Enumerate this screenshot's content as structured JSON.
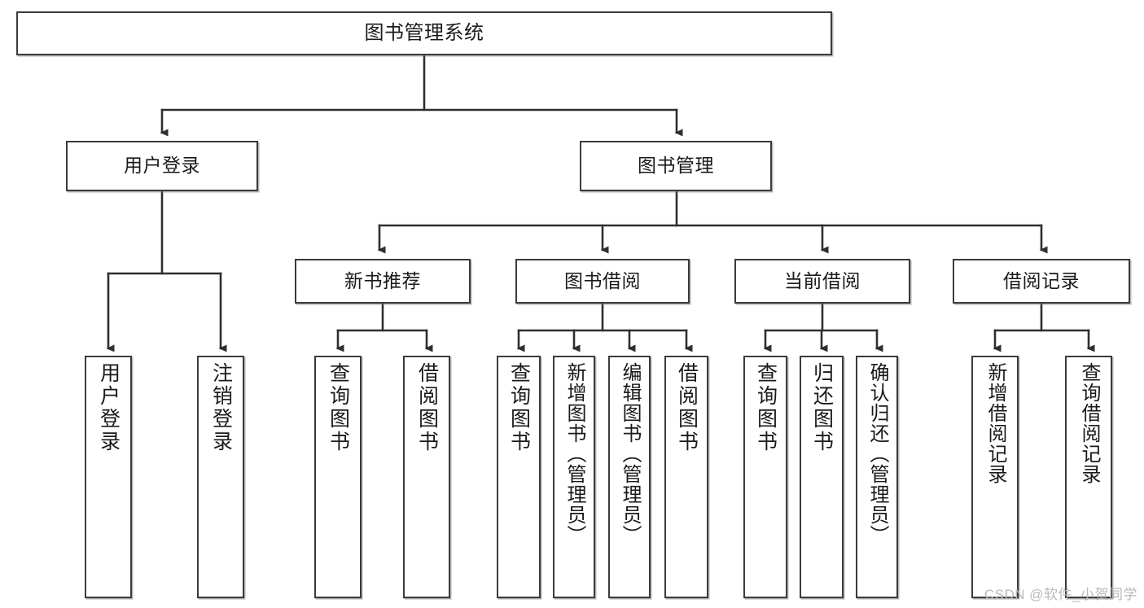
{
  "diagram": {
    "type": "tree",
    "title": "图书管理系统",
    "watermark": "CSDN @软件_小贺同学",
    "colors": {
      "box_border": "#3b3b3b",
      "box_fill": "#ffffff",
      "line": "#2f2f2f",
      "text": "#1a1a1a",
      "watermark": "#b9b9b9"
    },
    "root": {
      "label": "图书管理系统"
    },
    "level2": [
      {
        "label": "用户登录"
      },
      {
        "label": "图书管理"
      }
    ],
    "level3": [
      {
        "label": "新书推荐"
      },
      {
        "label": "图书借阅"
      },
      {
        "label": "当前借阅"
      },
      {
        "label": "借阅记录"
      }
    ],
    "leaves": {
      "user_login": [
        {
          "label": "用户登录"
        },
        {
          "label": "注销登录"
        }
      ],
      "new_book": [
        {
          "label": "查询图书"
        },
        {
          "label": "借阅图书"
        }
      ],
      "book_borrow": [
        {
          "label": "查询图书"
        },
        {
          "label": "新增图书（管理员）"
        },
        {
          "label": "编辑图书（管理员）"
        },
        {
          "label": "借阅图书"
        }
      ],
      "current_borrow": [
        {
          "label": "查询图书"
        },
        {
          "label": "归还图书"
        },
        {
          "label": "确认归还（管理员）"
        }
      ],
      "borrow_record": [
        {
          "label": "新增借阅记录"
        },
        {
          "label": "查询借阅记录"
        }
      ]
    }
  }
}
